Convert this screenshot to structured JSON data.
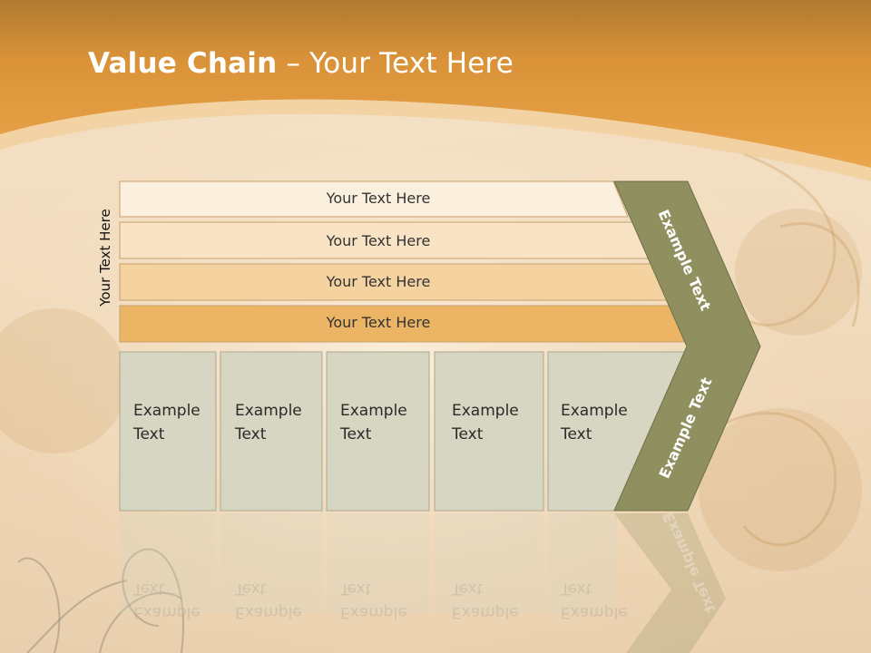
{
  "title": {
    "bold": "Value Chain",
    "rest": " – Your Text Here"
  },
  "side_label": "Your Text Here",
  "bars": [
    {
      "label": "Your Text Here"
    },
    {
      "label": "Your Text Here"
    },
    {
      "label": "Your Text Here"
    },
    {
      "label": "Your Text Here"
    }
  ],
  "boxes": [
    {
      "line1": "Example",
      "line2": "Text"
    },
    {
      "line1": "Example",
      "line2": "Text"
    },
    {
      "line1": "Example",
      "line2": "Text"
    },
    {
      "line1": "Example",
      "line2": "Text"
    },
    {
      "line1": "Example",
      "line2": "Text"
    }
  ],
  "chevron": {
    "upper": "Example Text",
    "lower": "Example Text"
  },
  "colors": {
    "header": "#e09a3a",
    "bar1": "#fbefdd",
    "bar2": "#f8e3c4",
    "bar3": "#f4d3a1",
    "bar4": "#ecb565",
    "box": "#d6d6c2",
    "chevron": "#8f8f5f"
  }
}
